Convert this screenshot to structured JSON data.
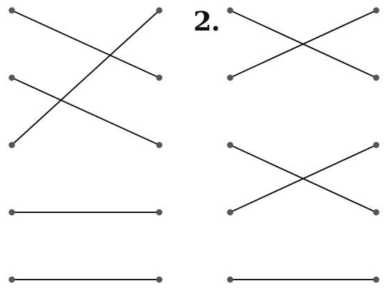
{
  "diagram": {
    "label": "2.",
    "colors": {
      "line": "#111111",
      "dot": "#555555"
    },
    "panels": [
      {
        "name": "left",
        "rows": 5,
        "connections": [
          [
            0,
            1
          ],
          [
            1,
            2
          ],
          [
            2,
            0
          ],
          [
            3,
            3
          ],
          [
            4,
            4
          ]
        ]
      },
      {
        "name": "right",
        "rows": 5,
        "connections": [
          [
            0,
            1
          ],
          [
            1,
            0
          ],
          [
            2,
            3
          ],
          [
            3,
            2
          ],
          [
            4,
            4
          ]
        ]
      }
    ]
  }
}
